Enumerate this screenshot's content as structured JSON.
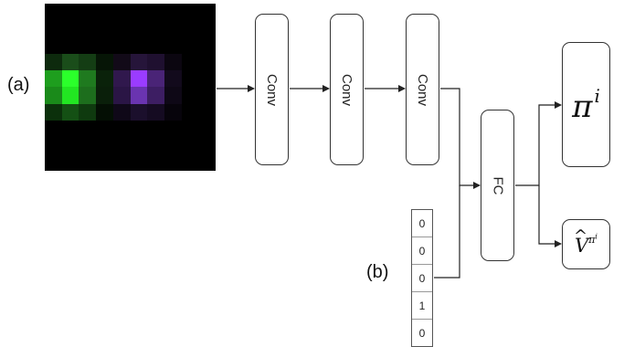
{
  "labels": {
    "a": "(a)",
    "b": "(b)"
  },
  "layers": {
    "conv1": "Conv",
    "conv2": "Conv",
    "conv3": "Conv",
    "fc": "FC"
  },
  "outputs": {
    "policy": {
      "symbol": "π",
      "superscript": "i"
    },
    "value": {
      "symbol": "V",
      "superscript": "π",
      "superscript_sup": "i"
    }
  },
  "vector_values": [
    "0",
    "0",
    "0",
    "1",
    "0"
  ],
  "colors": {
    "green_agent": "#22ff22",
    "purple_agent": "#9a3cff",
    "background": "#000000",
    "line": "#222222"
  },
  "pixel_grid": [
    [
      "#000000",
      "#000000",
      "#000000",
      "#000000",
      "#000000",
      "#000000",
      "#000000",
      "#000000",
      "#000000",
      "#000000"
    ],
    [
      "#000000",
      "#000000",
      "#000000",
      "#000000",
      "#000000",
      "#000000",
      "#000000",
      "#000000",
      "#000000",
      "#000000"
    ],
    [
      "#000000",
      "#000000",
      "#000000",
      "#000000",
      "#000000",
      "#000000",
      "#000000",
      "#000000",
      "#000000",
      "#000000"
    ],
    [
      "#0d2a0d",
      "#1a4d1a",
      "#143d14",
      "#061506",
      "#120a18",
      "#26153a",
      "#1f1030",
      "#0b0610",
      "#000000",
      "#000000"
    ],
    [
      "#1e9e1e",
      "#2bff2b",
      "#1f7a1f",
      "#0a220a",
      "#30184d",
      "#9a3cff",
      "#4a2477",
      "#120a1c",
      "#000000",
      "#000000"
    ],
    [
      "#1a8a1a",
      "#22e622",
      "#1d6e1d",
      "#0a1f0a",
      "#2a1545",
      "#6a34b0",
      "#3d1e63",
      "#0e0816",
      "#000000",
      "#000000"
    ],
    [
      "#0b300b",
      "#145014",
      "#0f3a0f",
      "#040f04",
      "#0f0818",
      "#1b0f2c",
      "#150b22",
      "#07040b",
      "#000000",
      "#000000"
    ],
    [
      "#000000",
      "#000000",
      "#000000",
      "#000000",
      "#000000",
      "#000000",
      "#000000",
      "#000000",
      "#000000",
      "#000000"
    ],
    [
      "#000000",
      "#000000",
      "#000000",
      "#000000",
      "#000000",
      "#000000",
      "#000000",
      "#000000",
      "#000000",
      "#000000"
    ],
    [
      "#000000",
      "#000000",
      "#000000",
      "#000000",
      "#000000",
      "#000000",
      "#000000",
      "#000000",
      "#000000",
      "#000000"
    ]
  ]
}
